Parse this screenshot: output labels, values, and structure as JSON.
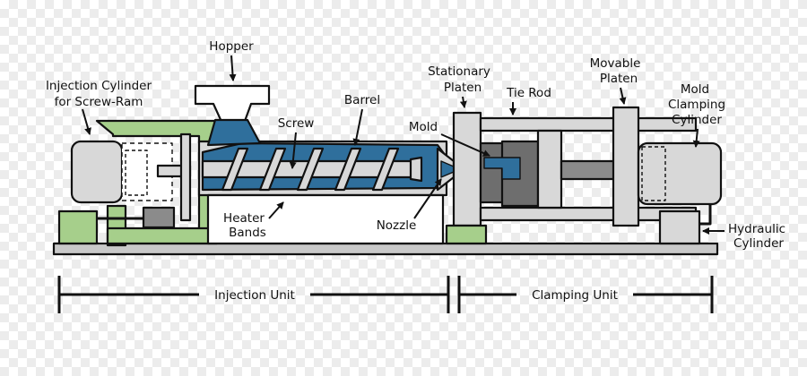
{
  "labels": {
    "hopper": "Hopper",
    "injection_cylinder_line1": "Injection Cylinder",
    "injection_cylinder_line2": "for Screw-Ram",
    "screw": "Screw",
    "barrel": "Barrel",
    "stationary_platen_line1": "Stationary",
    "stationary_platen_line2": "Platen",
    "tie_rod": "Tie Rod",
    "movable_platen_line1": "Movable",
    "movable_platen_line2": "Platen",
    "mold_clamping_line1": "Mold",
    "mold_clamping_line2": "Clamping",
    "mold_clamping_line3": "Cylinder",
    "mold": "Mold",
    "heater_bands_line1": "Heater",
    "heater_bands_line2": "Bands",
    "nozzle": "Nozzle",
    "hydraulic_line1": "Hydraulic",
    "hydraulic_line2": "Cylinder"
  },
  "units": {
    "injection": "Injection Unit",
    "clamping": "Clamping Unit"
  },
  "colors": {
    "green": "#a6cf8b",
    "gray": "#d8d8d8",
    "dark_gray": "#8b8b8b",
    "blue": "#2f6f9c",
    "outline": "#111111"
  }
}
